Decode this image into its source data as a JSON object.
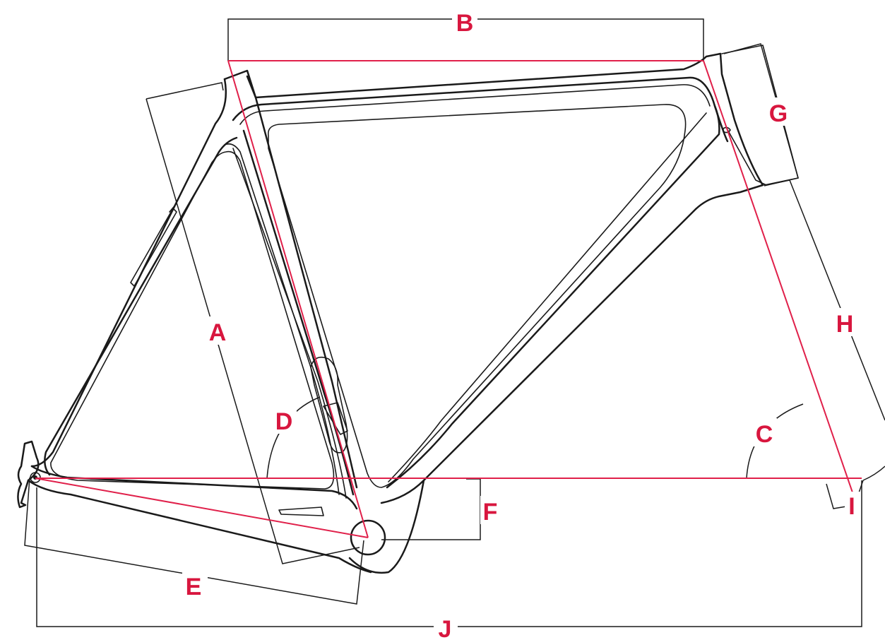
{
  "colors": {
    "geometry_lines": "#e0204a",
    "labels": "#d8163e",
    "frame_outline": "#1a1a1a",
    "background": "#ffffff"
  },
  "labels": {
    "A": "A",
    "B": "B",
    "C": "C",
    "D": "D",
    "E": "E",
    "F": "F",
    "G": "G",
    "H": "H",
    "I": "I",
    "J": "J"
  }
}
